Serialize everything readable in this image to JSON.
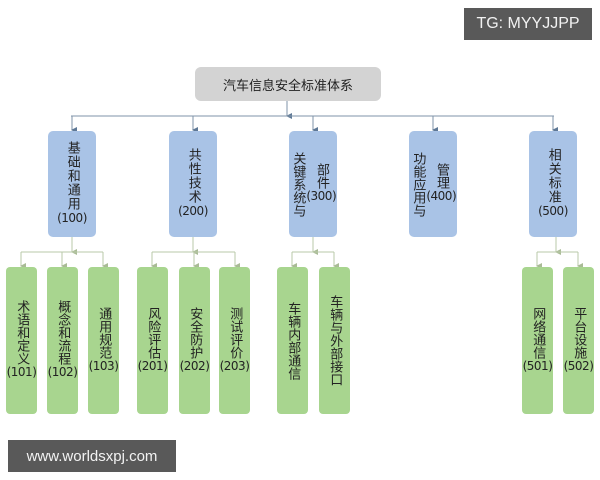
{
  "watermark_top": "TG: MYYJJPP",
  "watermark_bottom": "www.worldsxpj.com",
  "colors": {
    "root_fill": "#d3d3d3",
    "level1_fill": "#a9c3e6",
    "leaf_fill": "#a8d58f",
    "connector_blue": "#7f93a8",
    "connector_green": "#b9c8a8",
    "badge_fill": "#595959"
  },
  "root": {
    "label": "汽车信息安全标准体系"
  },
  "categories": [
    {
      "label": "基础和通用",
      "code": "(100)",
      "children": [
        {
          "label": "术语和定义",
          "code": "(101)"
        },
        {
          "label": "概念和流程",
          "code": "(102)"
        },
        {
          "label": "通用规范",
          "code": "(103)"
        }
      ]
    },
    {
      "label": "共性技术",
      "code": "(200)",
      "children": [
        {
          "label": "风险评估",
          "code": "(201)"
        },
        {
          "label": "安全防护",
          "code": "(202)"
        },
        {
          "label": "测试评价",
          "code": "(203)"
        }
      ]
    },
    {
      "label_col1": "关键系统与",
      "label_col2": "部件",
      "code": "(300)",
      "children": [
        {
          "label": "车辆内部通信",
          "code": ""
        },
        {
          "label": "车辆与外部接口",
          "code": ""
        }
      ]
    },
    {
      "label_col1": "功能应用与",
      "label_col2": "管理",
      "code": "(400)",
      "children": []
    },
    {
      "label": "相关标准",
      "code": "(500)",
      "children": [
        {
          "label": "网络通信",
          "code": "(501)"
        },
        {
          "label": "平台设施",
          "code": "(502)"
        }
      ]
    }
  ]
}
